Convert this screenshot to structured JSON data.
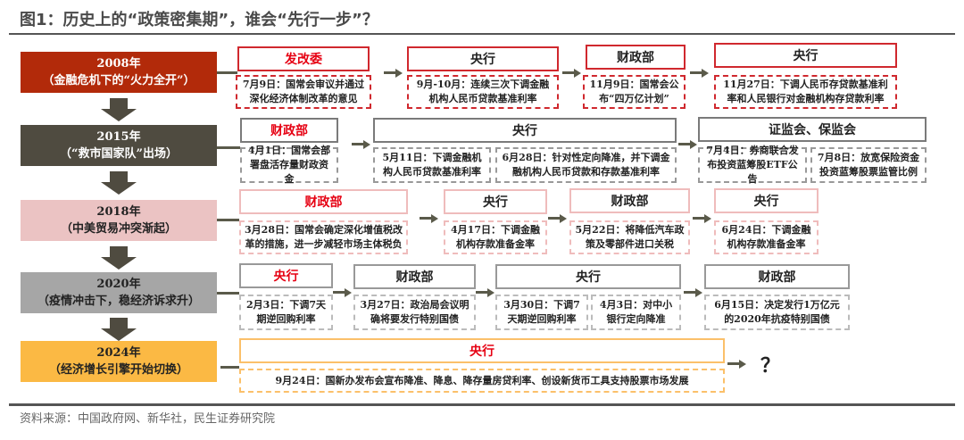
{
  "title": "图1：历史上的“政策密集期”，谁会“先行一步”？",
  "colors": {
    "y2008": "#b22a0a",
    "y2015": "#4f4b40",
    "y2018": "#ebc3c3",
    "y2020": "#a6a6a6",
    "y2024": "#fbb944"
  },
  "rows": [
    {
      "year": "2008年",
      "subtitle": "（金融危机下的“火力全开”）",
      "groups": [
        {
          "agency": "发改委",
          "events": [
            "7月9日：国常会审议并通过深化经济体制改革的意见"
          ]
        },
        {
          "agency": "央行",
          "events": [
            "9月-10月：连续三次下调金融机构人民币贷款基准利率"
          ]
        },
        {
          "agency": "财政部",
          "events": [
            "11月9日：国常会公布“四万亿计划”"
          ]
        },
        {
          "agency": "央行",
          "events": [
            "11月27日：下调人民币存贷款基准利率和人民银行对金融机构存贷款利率"
          ]
        }
      ]
    },
    {
      "year": "2015年",
      "subtitle": "（“救市国家队”出场）",
      "groups": [
        {
          "agency": "财政部",
          "events": [
            "4月1日：国常会部署盘活存量财政资金"
          ]
        },
        {
          "agency": "央行",
          "events": [
            "5月11日：下调金融机构人民币贷款基准利率",
            "6月28日：针对性定向降准，并下调金融机构人民币贷款和存款基准利率"
          ]
        },
        {
          "agency": "证监会、保监会",
          "events": [
            "7月4日：券商联合发布投资蓝筹股ETF公告",
            "7月8日：放宽保险资金投资蓝筹股票监管比例"
          ]
        }
      ]
    },
    {
      "year": "2018年",
      "subtitle": "（中美贸易冲突渐起）",
      "groups": [
        {
          "agency": "财政部",
          "events": [
            "3月28日：国常会确定深化增值税改革的措施，进一步减轻市场主体税负"
          ]
        },
        {
          "agency": "央行",
          "events": [
            "4月17日：下调金融机构存款准备金率"
          ]
        },
        {
          "agency": "财政部",
          "events": [
            "5月22日：将降低汽车政策及零部件进口关税"
          ]
        },
        {
          "agency": "央行",
          "events": [
            "6月24日：下调金融机构存款准备金率"
          ]
        }
      ]
    },
    {
      "year": "2020年",
      "subtitle": "（疫情冲击下，稳经济诉求升）",
      "groups": [
        {
          "agency": "央行",
          "events": [
            "2月3日：下调7天期逆回购利率"
          ]
        },
        {
          "agency": "财政部",
          "events": [
            "3月27日：政治局会议明确将要发行特别国债"
          ]
        },
        {
          "agency": "央行",
          "events": [
            "3月30日：下调7天期逆回购利率",
            "4月3日：对中小银行定向降准"
          ]
        },
        {
          "agency": "财政部",
          "events": [
            "6月15日：决定发行1万亿元的2020年抗疫特别国债"
          ]
        }
      ]
    },
    {
      "year": "2024年",
      "subtitle": "（经济增长引擎开始切换）",
      "groups": [
        {
          "agency": "央行",
          "events": [
            "9月24日：国新办发布会宣布降准、降息、降存量房贷利率、创设新货币工具支持股票市场发展"
          ]
        }
      ]
    }
  ],
  "question": "？",
  "source": "资料来源：中国政府网、新华社，民生证券研究院"
}
